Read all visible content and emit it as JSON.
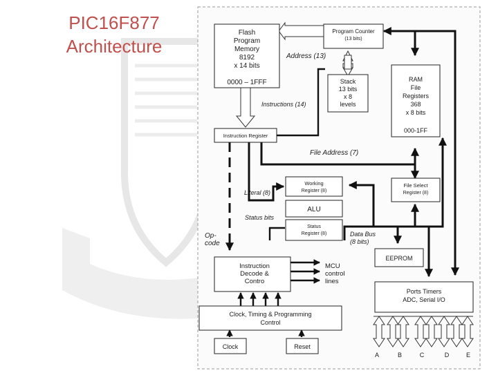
{
  "slide": {
    "title_line1": "PIC16F877",
    "title_line2": "Architecture"
  },
  "diagram": {
    "flash": [
      "Flash",
      "Program",
      "Memory",
      "8192",
      "x 14 bits",
      "0000 – 1FFF"
    ],
    "program_counter": [
      "Program Counter",
      "(13 bits)"
    ],
    "address_label": "Address (13)",
    "stack": [
      "Stack",
      "13 bits",
      "x 8",
      "levels"
    ],
    "ram": [
      "RAM",
      "File",
      "Registers",
      "368",
      "x 8 bits",
      "000-1FF"
    ],
    "instructions_label": "Instructions (14)",
    "instruction_register": "Instruction Register",
    "file_address_label": "File Address (7)",
    "literal_label": "Literal (8)",
    "working_register": [
      "Working",
      "Register (8)"
    ],
    "file_select_register": [
      "File Select",
      "Register (8)"
    ],
    "alu": "ALU",
    "status_bits_label": "Status bits",
    "status_register": [
      "Status",
      "Register (8)"
    ],
    "opcode_label": [
      "Op-",
      "code"
    ],
    "data_bus_label": [
      "Data Bus",
      "(8 bits)"
    ],
    "eeprom": "EEPROM",
    "decode": [
      "Instruction",
      "Decode &",
      "Contro"
    ],
    "mcu_lines": [
      "MCU",
      "control",
      "lines"
    ],
    "ports": [
      "Ports Timers",
      "ADC, Serial I/O"
    ],
    "clock_timing": [
      "Clock, Timing & Programming",
      "Control"
    ],
    "clock": "Clock",
    "reset": "Reset",
    "ports_letters": [
      "A",
      "B",
      "C",
      "D",
      "E"
    ]
  }
}
